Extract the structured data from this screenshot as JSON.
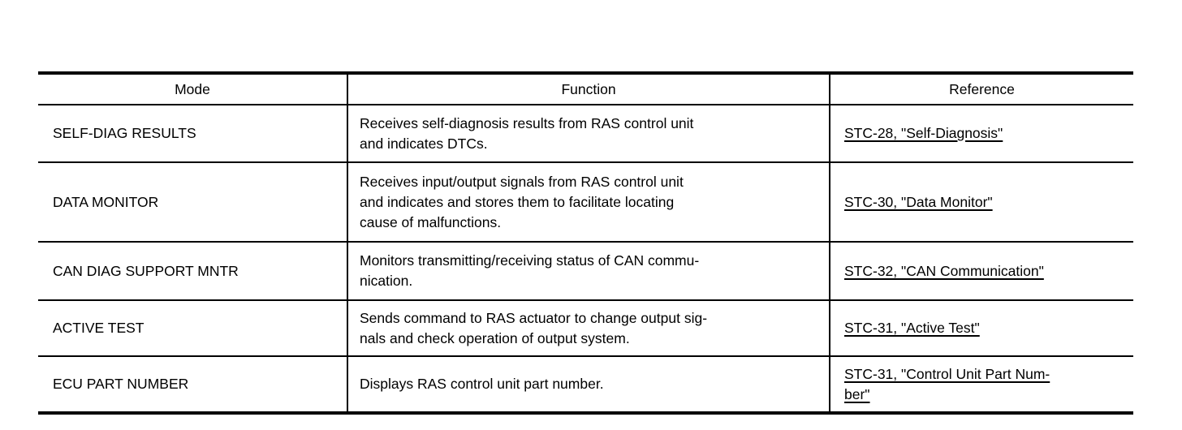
{
  "table": {
    "headers": [
      {
        "label": "Mode"
      },
      {
        "label": "Function"
      },
      {
        "label": "Reference"
      }
    ],
    "rows": [
      {
        "mode": "SELF-DIAG RESULTS",
        "function": "Receives self-diagnosis results from RAS control unit\nand indicates DTCs.",
        "reference": "STC-28, \"Self-Diagnosis\""
      },
      {
        "mode": "DATA MONITOR",
        "function": "Receives input/output signals from RAS control unit\nand indicates and stores them to facilitate locating\ncause of malfunctions.",
        "reference": "STC-30, \"Data Monitor\""
      },
      {
        "mode": "CAN DIAG SUPPORT MNTR",
        "function": "Monitors transmitting/receiving status of CAN commu-\nnication.",
        "reference": "STC-32, \"CAN Communication\""
      },
      {
        "mode": "ACTIVE TEST",
        "function": "Sends command to RAS actuator to change output sig-\nnals and check operation of output system.",
        "reference": "STC-31, \"Active Test\""
      },
      {
        "mode": "ECU PART NUMBER",
        "function": "Displays RAS control unit part number.",
        "reference": "STC-31, \"Control Unit Part Num-\nber\""
      }
    ]
  }
}
